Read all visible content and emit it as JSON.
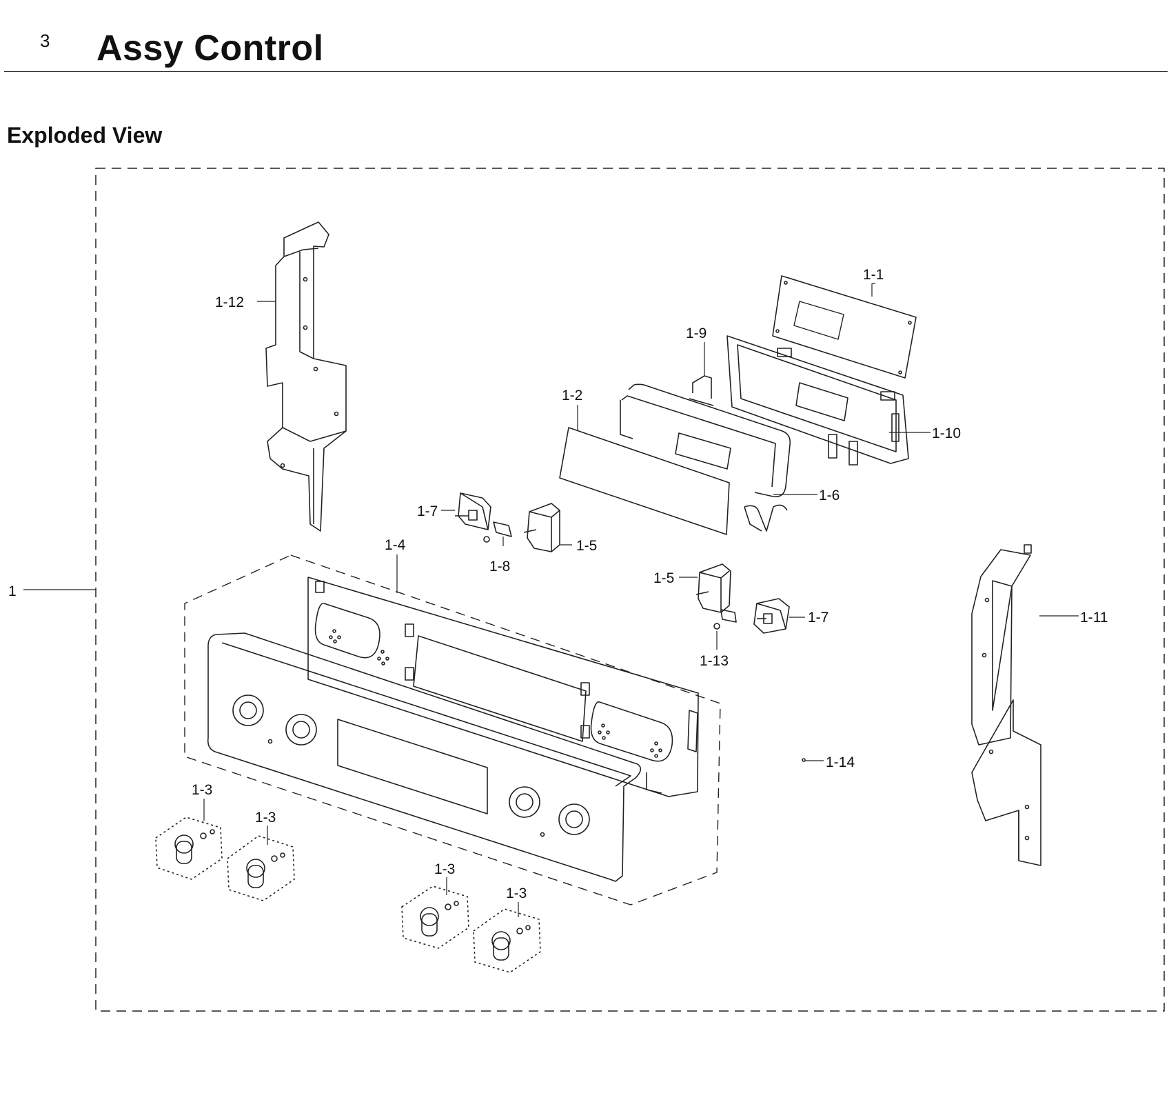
{
  "header": {
    "section_number": "3",
    "title": "Assy Control",
    "subtitle": "Exploded View"
  },
  "callouts": {
    "assembly": "1",
    "pcb": "1-1",
    "window": "1-2",
    "knob": "1-3",
    "bracket_panel": "1-4",
    "switch": "1-5",
    "frame": "1-6",
    "valve": "1-7",
    "spring": "1-8",
    "clip": "1-9",
    "pcb_bracket": "1-10",
    "side_right": "1-11",
    "side_left": "1-12",
    "led": "1-13",
    "screw": "1-14"
  }
}
